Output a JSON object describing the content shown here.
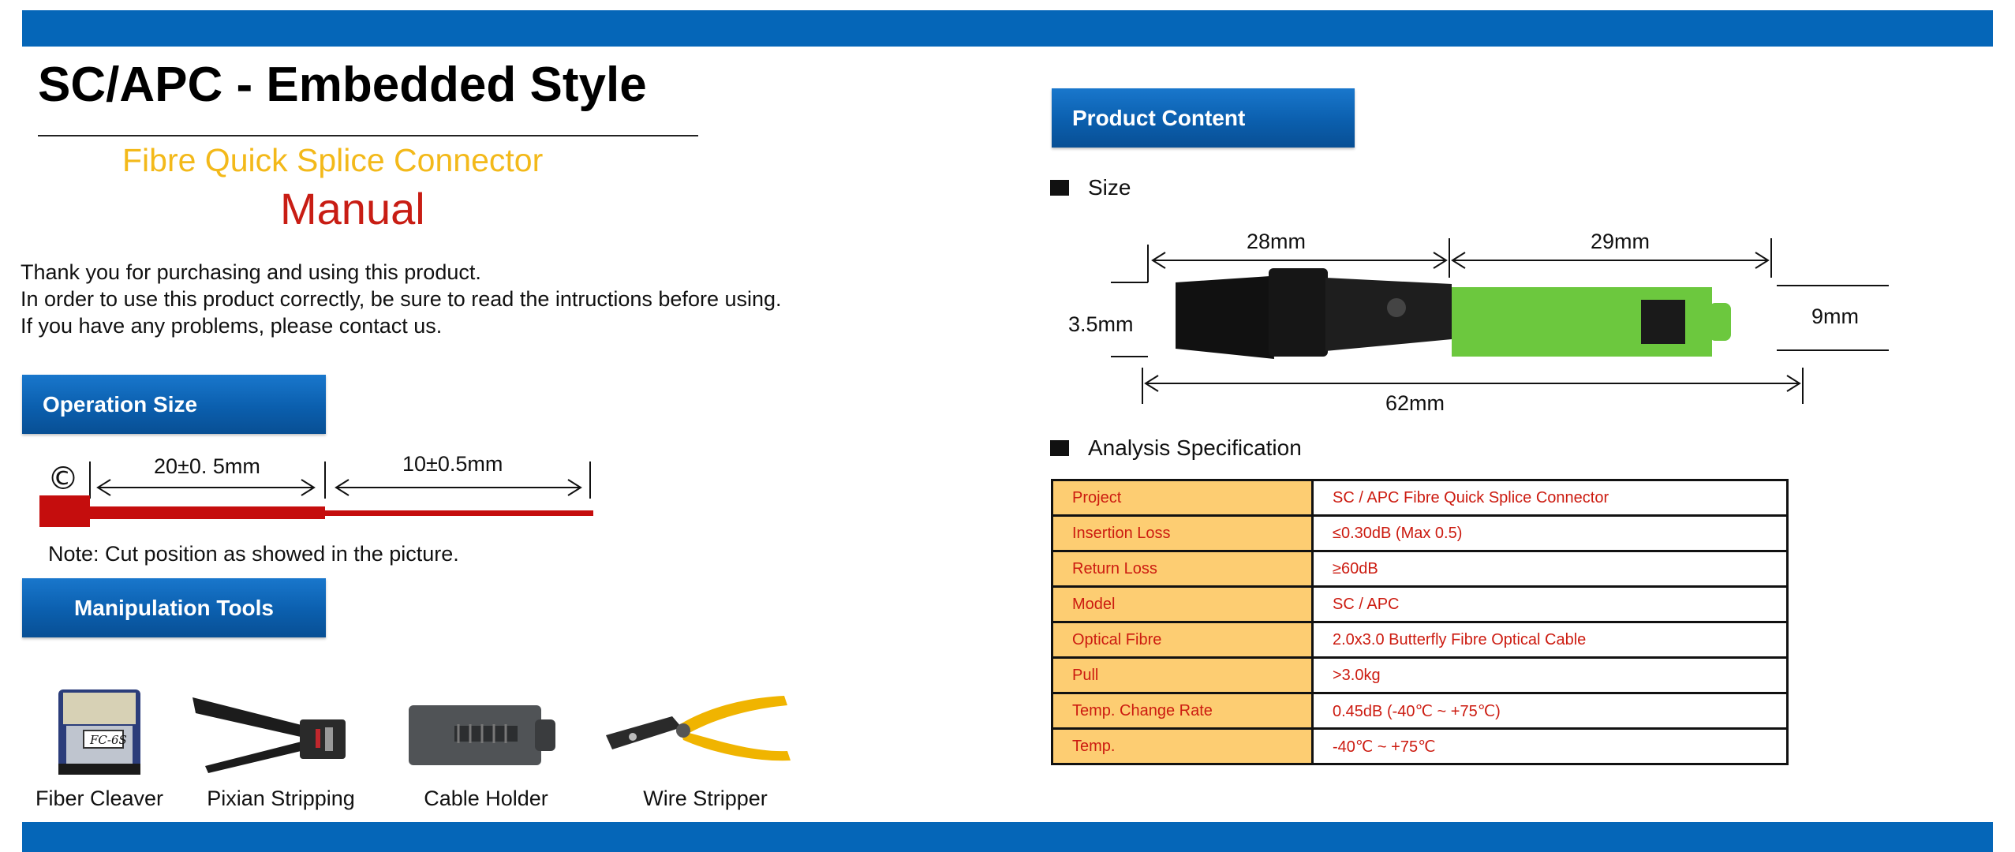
{
  "header": {
    "title": "SC/APC - Embedded Style",
    "subtitle": "Fibre Quick Splice Connector",
    "manual": "Manual"
  },
  "intro": [
    "Thank you for purchasing and using this product.",
    "In order to use this product correctly, be sure to read the intructions before using.",
    "If you have any problems, please contact us."
  ],
  "operation_size": {
    "heading": "Operation Size",
    "symbol": "©",
    "dim1": "20±0. 5mm",
    "dim2": "10±0.5mm",
    "note": "Note: Cut position as showed in the picture."
  },
  "tools": {
    "heading": "Manipulation Tools",
    "items": [
      {
        "label": "Fiber Cleaver",
        "icon": "fiber-cleaver-icon",
        "marking": "FC-6S"
      },
      {
        "label": "Pixian Stripping",
        "icon": "pixian-stripping-icon"
      },
      {
        "label": "Cable Holder",
        "icon": "cable-holder-icon"
      },
      {
        "label": "Wire Stripper",
        "icon": "wire-stripper-icon"
      }
    ]
  },
  "product": {
    "heading": "Product Content",
    "size_heading": "Size",
    "dims": {
      "a": "28mm",
      "b": "29mm",
      "c": "3.5mm",
      "d": "9mm",
      "e": "62mm"
    },
    "connector_colors": {
      "body": "#111111",
      "sc_plug": "#6cc83e"
    },
    "analysis_heading": "Analysis Specification",
    "spec": [
      {
        "key": "Project",
        "value": "SC / APC Fibre Quick Splice Connector"
      },
      {
        "key": "Insertion Loss",
        "value": "≤0.30dB (Max 0.5)"
      },
      {
        "key": "Return Loss",
        "value": "≥60dB"
      },
      {
        "key": "Model",
        "value": "SC / APC"
      },
      {
        "key": "Optical Fibre",
        "value": "2.0x3.0 Butterfly Fibre Optical Cable"
      },
      {
        "key": "Pull",
        "value": ">3.0kg"
      },
      {
        "key": "Temp. Change Rate",
        "value": "0.45dB (-40℃ ~ +75℃)"
      },
      {
        "key": "Temp.",
        "value": "-40℃ ~ +75℃"
      }
    ]
  },
  "colors": {
    "band": "#0566b8",
    "subtitle": "#f3b91a",
    "manual": "#c81d14",
    "table_key_bg": "#fdcd72",
    "table_text": "#cc1b10"
  }
}
